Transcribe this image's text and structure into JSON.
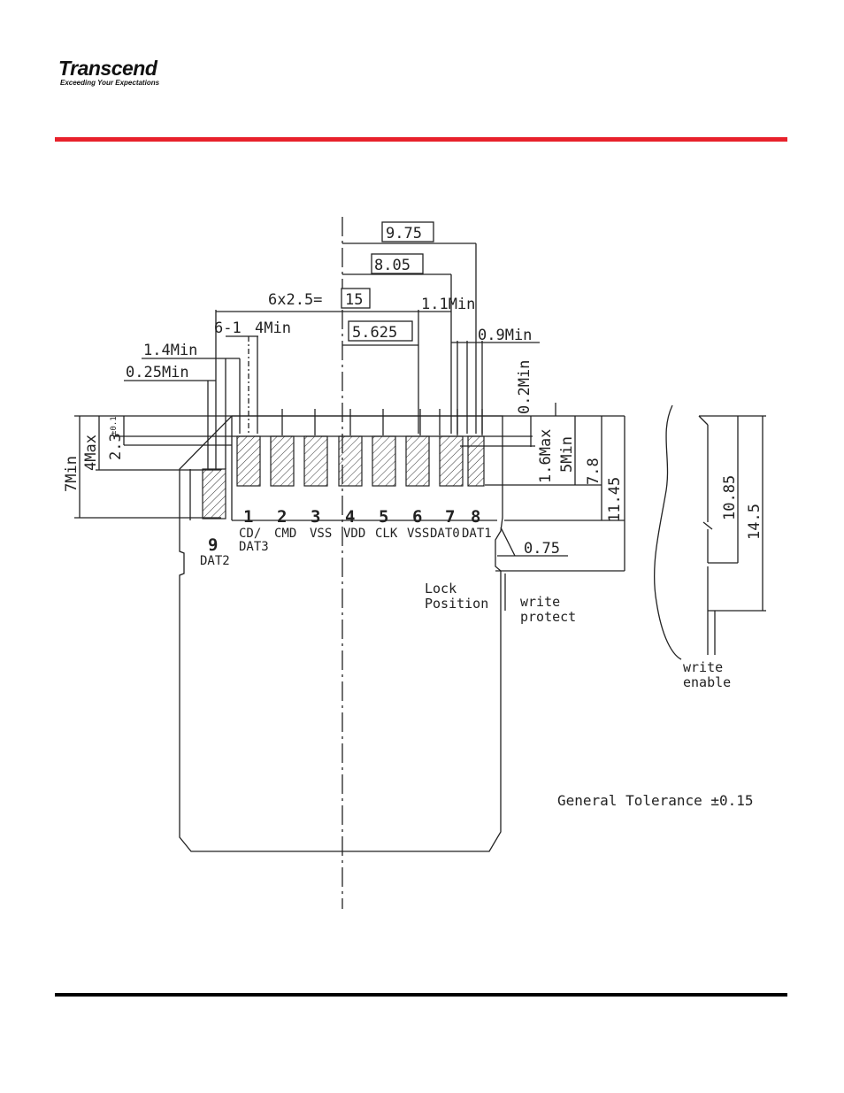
{
  "header": {
    "logo": "Transcend",
    "tagline": "Exceeding Your Expectations"
  },
  "colors": {
    "accent_rule": "#e8212b",
    "footer_rule": "#000000",
    "line": "#222222"
  },
  "drawing": {
    "dimensions": {
      "d9_75": "9.75",
      "d8_05": "8.05",
      "d6x2_5": "6x2.5=",
      "d15": "15",
      "d1_1min": "1.1Min",
      "d6_1": "6-1",
      "d4min": "4Min",
      "d5_625": "5.625",
      "d0_9min": "0.9Min",
      "d1_4min": "1.4Min",
      "d0_25min": "0.25Min",
      "d0_2min": "0.2Min",
      "d1_6max": "1.6Max",
      "d5min": "5Min",
      "d7_8": "7.8",
      "d11_45": "11.45",
      "d7min": "7Min",
      "d4max": "4Max",
      "d2_3": "2.3",
      "d2_3_tol": "±0.1",
      "d0_75": "0.75",
      "d10_85": "10.85",
      "d14_5": "14.5"
    },
    "pins": [
      {
        "num": "1",
        "label": "CD/",
        "label2": "DAT3"
      },
      {
        "num": "2",
        "label": "CMD",
        "label2": ""
      },
      {
        "num": "3",
        "label": "VSS",
        "label2": ""
      },
      {
        "num": "4",
        "label": "VDD",
        "label2": ""
      },
      {
        "num": "5",
        "label": "CLK",
        "label2": ""
      },
      {
        "num": "6",
        "label": "VSS",
        "label2": ""
      },
      {
        "num": "7",
        "label": "DAT0",
        "label2": ""
      },
      {
        "num": "8",
        "label": "DAT1",
        "label2": ""
      },
      {
        "num": "9",
        "label": "DAT2",
        "label2": ""
      }
    ],
    "notes": {
      "lock_line1": "Lock",
      "lock_line2": "Position",
      "wp_line1": "write",
      "wp_line2": "protect",
      "we_line1": "write",
      "we_line2": "enable",
      "tolerance": "General Tolerance ±0.15"
    }
  }
}
